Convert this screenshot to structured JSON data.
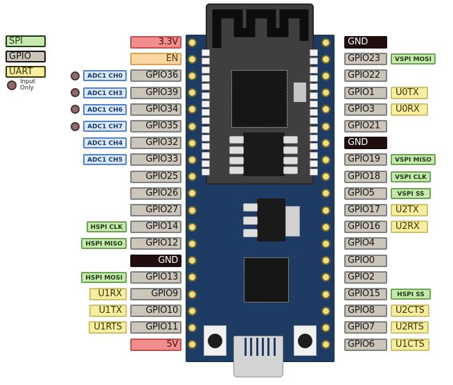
{
  "legend": {
    "spi": "SPI",
    "gpio": "GPIO",
    "uart": "UART",
    "input_only_line1": "Input",
    "input_only_line2": "Only"
  },
  "colors": {
    "pcb": "#1e3c63",
    "module": "#3f3f3f",
    "spi": "#c8e9ad",
    "gpio": "#ccc5ba",
    "uart": "#f8ee9f",
    "adc": "#dceaff",
    "power": "#f18d8d",
    "en": "#fad7a2",
    "gnd": "#200d0d",
    "pin_hole": "#eede82",
    "input_only_dot": "#8f6b6b"
  },
  "pins": {
    "left": [
      {
        "pin": "3.3V",
        "pin_type": "power"
      },
      {
        "pin": "EN",
        "pin_type": "en"
      },
      {
        "pin": "GPIO36",
        "pin_type": "gpio",
        "func": "ADC1 CH0",
        "func_type": "adc",
        "input_only": true
      },
      {
        "pin": "GPIO39",
        "pin_type": "gpio",
        "func": "ADC1 CH3",
        "func_type": "adc",
        "input_only": true
      },
      {
        "pin": "GPIO34",
        "pin_type": "gpio",
        "func": "ADC1 CH6",
        "func_type": "adc",
        "input_only": true
      },
      {
        "pin": "GPIO35",
        "pin_type": "gpio",
        "func": "ADC1 CH7",
        "func_type": "adc",
        "input_only": true
      },
      {
        "pin": "GPIO32",
        "pin_type": "gpio",
        "func": "ADC1 CH4",
        "func_type": "adc"
      },
      {
        "pin": "GPIO33",
        "pin_type": "gpio",
        "func": "ADC1 CH5",
        "func_type": "adc"
      },
      {
        "pin": "GPIO25",
        "pin_type": "gpio"
      },
      {
        "pin": "GPIO26",
        "pin_type": "gpio"
      },
      {
        "pin": "GPIO27",
        "pin_type": "gpio"
      },
      {
        "pin": "GPIO14",
        "pin_type": "gpio",
        "func": "HSPI CLK",
        "func_type": "spi"
      },
      {
        "pin": "GPIO12",
        "pin_type": "gpio",
        "func": "HSPI MISO",
        "func_type": "spi"
      },
      {
        "pin": "GND",
        "pin_type": "gnd"
      },
      {
        "pin": "GPIO13",
        "pin_type": "gpio",
        "func": "HSPI MOSI",
        "func_type": "spi"
      },
      {
        "pin": "GPIO9",
        "pin_type": "gpio",
        "func": "U1RX",
        "func_type": "uart"
      },
      {
        "pin": "GPIO10",
        "pin_type": "gpio",
        "func": "U1TX",
        "func_type": "uart"
      },
      {
        "pin": "GPIO11",
        "pin_type": "gpio",
        "func": "U1RTS",
        "func_type": "uart"
      },
      {
        "pin": "5V",
        "pin_type": "power"
      }
    ],
    "right": [
      {
        "pin": "GND",
        "pin_type": "gnd"
      },
      {
        "pin": "GPIO23",
        "pin_type": "gpio",
        "func": "VSPI MOSI",
        "func_type": "spi"
      },
      {
        "pin": "GPIO22",
        "pin_type": "gpio"
      },
      {
        "pin": "GPIO1",
        "pin_type": "gpio",
        "func": "U0TX",
        "func_type": "uart"
      },
      {
        "pin": "GPIO3",
        "pin_type": "gpio",
        "func": "U0RX",
        "func_type": "uart"
      },
      {
        "pin": "GPIO21",
        "pin_type": "gpio"
      },
      {
        "pin": "GND",
        "pin_type": "gnd"
      },
      {
        "pin": "GPIO19",
        "pin_type": "gpio",
        "func": "VSPI MISO",
        "func_type": "spi"
      },
      {
        "pin": "GPIO18",
        "pin_type": "gpio",
        "func": "VSPI CLK",
        "func_type": "spi"
      },
      {
        "pin": "GPIO5",
        "pin_type": "gpio",
        "func": "VSPI SS",
        "func_type": "spi"
      },
      {
        "pin": "GPIO17",
        "pin_type": "gpio",
        "func": "U2TX",
        "func_type": "uart"
      },
      {
        "pin": "GPIO16",
        "pin_type": "gpio",
        "func": "U2RX",
        "func_type": "uart"
      },
      {
        "pin": "GPIO4",
        "pin_type": "gpio"
      },
      {
        "pin": "GPIO0",
        "pin_type": "gpio"
      },
      {
        "pin": "GPIO2",
        "pin_type": "gpio"
      },
      {
        "pin": "GPIO15",
        "pin_type": "gpio",
        "func": "HSPI SS",
        "func_type": "spi"
      },
      {
        "pin": "GPIO8",
        "pin_type": "gpio",
        "func": "U2CTS",
        "func_type": "uart"
      },
      {
        "pin": "GPIO7",
        "pin_type": "gpio",
        "func": "U2RTS",
        "func_type": "uart"
      },
      {
        "pin": "GPIO6",
        "pin_type": "gpio",
        "func": "U1CTS",
        "func_type": "uart"
      }
    ]
  }
}
